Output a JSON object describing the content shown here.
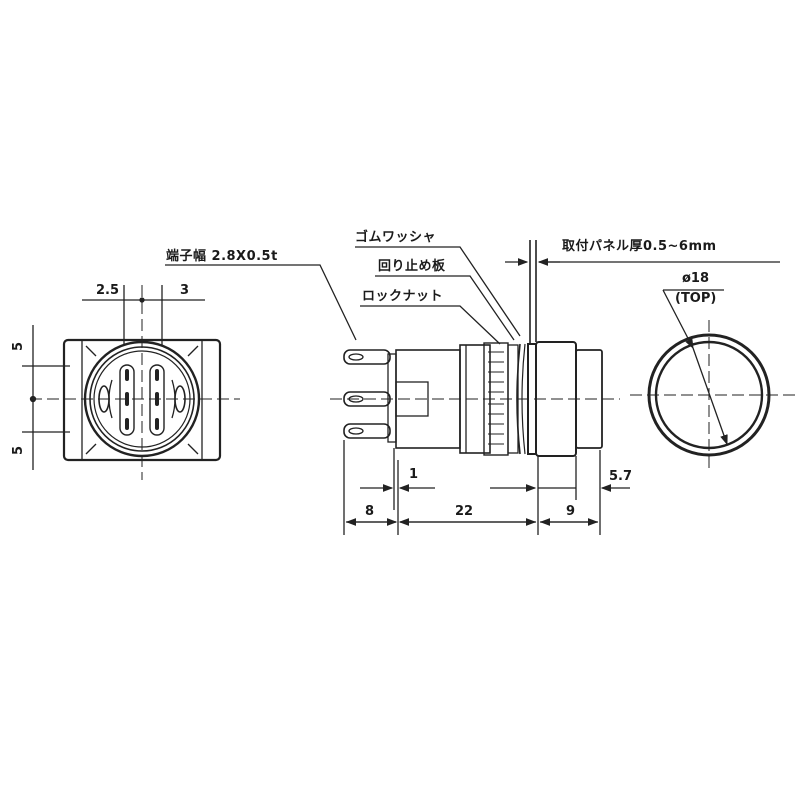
{
  "diagram": {
    "type": "dimensional-drawing",
    "subject": "panel-mount pushbutton switch",
    "units": "mm",
    "callouts": {
      "terminal_width": "端子幅 2.8X0.5t",
      "rubber_washer": "ゴムワッシャ",
      "anti_rotation_plate": "回り止め板",
      "lock_nut": "ロックナット",
      "panel_thickness": "取付パネル厚0.5~6mm"
    },
    "rear_view": {
      "dim_top_left": "2.5",
      "dim_top_right": "3",
      "dim_left_upper": "5",
      "dim_left_lower": "5"
    },
    "side_view": {
      "dim_terminal_gap": "1",
      "dim_terminal_length": "8",
      "dim_body_length": "22",
      "dim_bezel_length": "9",
      "dim_cap_offset": "5.7"
    },
    "top_view": {
      "diameter_label": "ø18",
      "diameter_note": "(TOP)"
    }
  }
}
